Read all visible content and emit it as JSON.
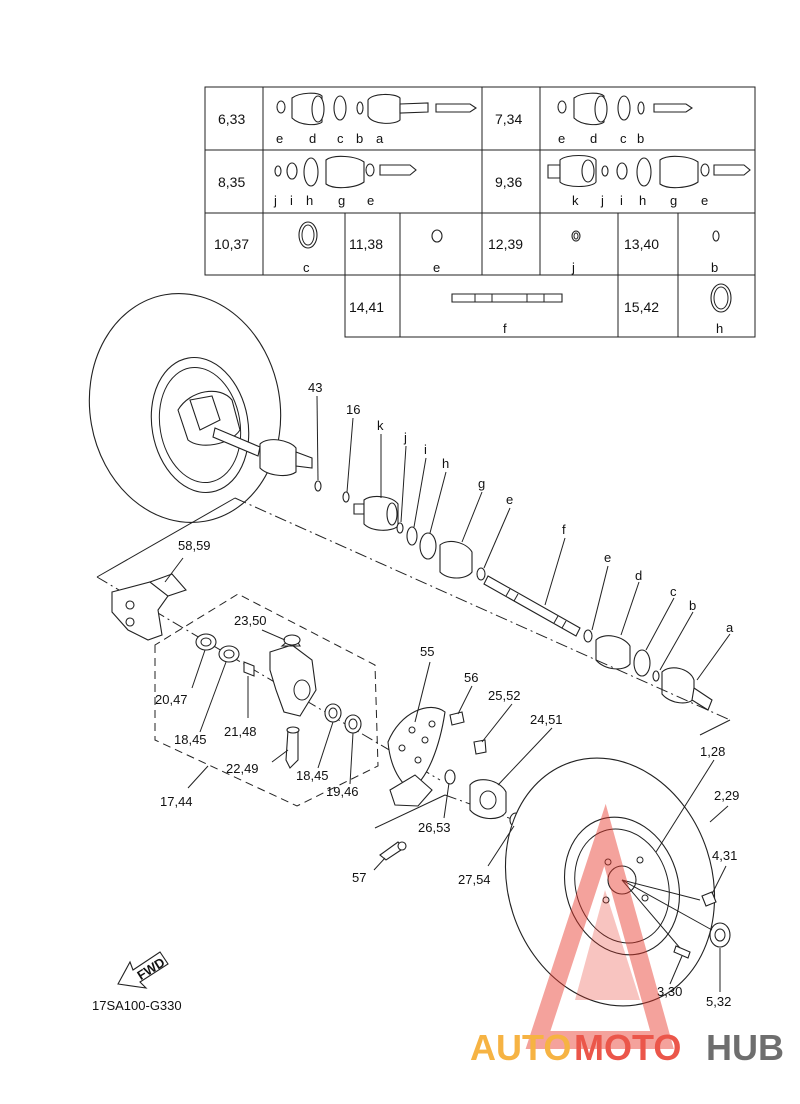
{
  "table": {
    "rows": [
      {
        "ref": "6,33",
        "parts": [
          "e",
          "d",
          "c",
          "b",
          "a"
        ]
      },
      {
        "ref": "7,34",
        "parts": [
          "e",
          "d",
          "c",
          "b"
        ]
      },
      {
        "ref": "8,35",
        "parts": [
          "j",
          "i",
          "h",
          "g",
          "e"
        ]
      },
      {
        "ref": "9,36",
        "parts": [
          "k",
          "j",
          "i",
          "h",
          "g",
          "e"
        ]
      },
      {
        "ref": "10,37",
        "parts": [
          "c"
        ]
      },
      {
        "ref": "11,38",
        "parts": [
          "e"
        ]
      },
      {
        "ref": "12,39",
        "parts": [
          "j"
        ]
      },
      {
        "ref": "13,40",
        "parts": [
          "b"
        ]
      },
      {
        "ref": "14,41",
        "parts": [
          "f"
        ]
      },
      {
        "ref": "15,42",
        "parts": [
          "h"
        ]
      }
    ]
  },
  "callouts": {
    "n43": "43",
    "n16": "16",
    "k": "k",
    "j": "j",
    "i": "i",
    "h": "h",
    "g": "g",
    "e1": "e",
    "f": "f",
    "e2": "e",
    "d": "d",
    "c": "c",
    "b": "b",
    "a": "a",
    "n58_59": "58,59",
    "n23_50": "23,50",
    "n55": "55",
    "n56": "56",
    "n25_52": "25,52",
    "n24_51": "24,51",
    "n20_47": "20,47",
    "n18_45a": "18,45",
    "n21_48": "21,48",
    "n22_49": "22,49",
    "n18_45b": "18,45",
    "n19_46": "19,46",
    "n17_44": "17,44",
    "n26_53": "26,53",
    "n27_54": "27,54",
    "n57": "57",
    "n1_28": "1,28",
    "n2_29": "2,29",
    "n4_31": "4,31",
    "n3_30": "3,30",
    "n5_32": "5,32"
  },
  "fwd_label": "FWD",
  "diagram_code": "17SA100-G330",
  "watermark": {
    "part1": "AUTO",
    "part2": "MOTO",
    "part3": "HUB",
    "color1": "#f5a623",
    "color2": "#e8392b",
    "color3": "#555555"
  }
}
